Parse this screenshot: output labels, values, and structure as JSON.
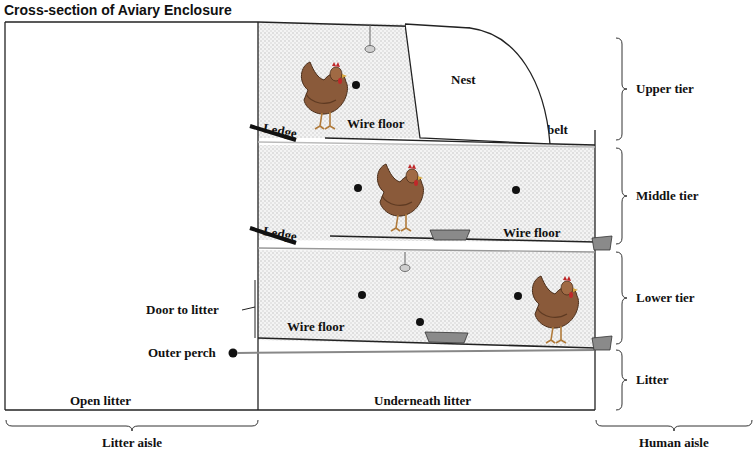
{
  "diagram": {
    "title": "Cross-section of Aviary Enclosure",
    "nodes": [
      {
        "text": [
          "Nest"
        ]
      }
    ],
    "labels": [
      "Upper tier",
      "Middle tier",
      "Lower tier",
      "Litter",
      "Wire floor",
      "Egg belt",
      "Ledge",
      "Wire floor",
      "Ledge",
      "Door to litter",
      "Wire floor",
      "Outer perch",
      "Open litter",
      "Underneath litter",
      "Litter aisle",
      "Human aisle"
    ]
  }
}
